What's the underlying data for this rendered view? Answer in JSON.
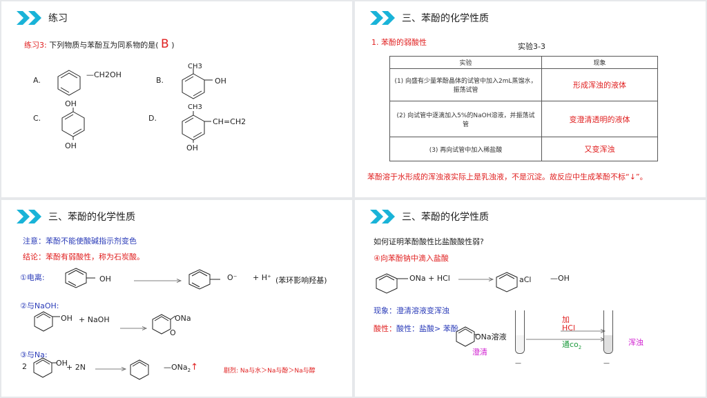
{
  "slide1": {
    "title": "练习",
    "question_prefix": "练习3:",
    "question_text": "下列物质与苯酚互为同系物的是(",
    "answer": "B",
    "question_close": ")",
    "options": {
      "a_label": "A.",
      "a_group": "—CH2OH",
      "b_label": "B.",
      "b_top": "CH3",
      "b_right": "OH",
      "c_label": "C.",
      "c_top": "OH",
      "c_bottom": "OH",
      "d_label": "D.",
      "d_top": "CH3",
      "d_right": "CH=CH2",
      "d_bottom": "OH"
    }
  },
  "slide2": {
    "title": "三、苯酚的化学性质",
    "subtitle": "1. 苯酚的弱酸性",
    "table_caption": "实验3-3",
    "col_experiment": "实验",
    "col_phenomenon": "现象",
    "rows": [
      {
        "exp": "(1) 向盛有少量苯酚晶体的试管中加入2mL蒸馏水，振荡试管",
        "res": "形成浑浊的液体"
      },
      {
        "exp": "(2) 向试管中逐滴加入5%的NaOH溶液，并振荡试管",
        "res": "变澄清透明的液体"
      },
      {
        "exp": "(3) 再向试管中加入稀盐酸",
        "res": "又变浑浊"
      }
    ],
    "note": "苯酚溶于水形成的浑浊液实际上是乳浊液，不是沉淀。故反应中生成苯酚不标“↓”。"
  },
  "slide3": {
    "title": "三、苯酚的化学性质",
    "notice": "注意：苯酚不能使酸碱指示剂变色",
    "conclusion": "结论：苯酚有弱酸性，称为石炭酸。",
    "ionize_label": "①电离:",
    "ionize_oh": "OH",
    "ionize_o": "O⁻",
    "ionize_h": "+ H⁺",
    "ionize_note": "(苯环影响羟基)",
    "naoh_label": "②与NaOH:",
    "naoh_oh": "OH",
    "naoh_plus": "+ NaOH",
    "naoh_prod": "ONa",
    "naoh_o": "O",
    "na_label": "③与Na:",
    "na_coef": "2",
    "na_oh": "OH",
    "na_plus": "+ 2N",
    "na_prod": "—ONa",
    "na_arrow": "↑",
    "na_sub": "2",
    "severity": "剧烈: Na与水＞Na与酚＞Na与醇"
  },
  "slide4": {
    "title": "三、苯酚的化学性质",
    "question": "如何证明苯酚酸性比盐酸酸性弱?",
    "method": "④向苯酚钠中滴入盐酸",
    "eq_left": "ONa + HCl",
    "eq_right": "aCl",
    "eq_oh": "—OH",
    "phenomenon": "现象：澄清溶液变浑浊",
    "acidity": "酸性：盐酸> 苯酚",
    "solution_label": "ONa溶液",
    "clear": "澄清",
    "add": "加",
    "hcl": "HCl",
    "co2": "通co",
    "co2_sub": "2",
    "turbid": "浑浊",
    "colors": {
      "accent": "#19b3d8",
      "red": "#e02020",
      "blue": "#2a3bb8",
      "green": "#1c9a3c",
      "magenta": "#d020d0"
    }
  }
}
